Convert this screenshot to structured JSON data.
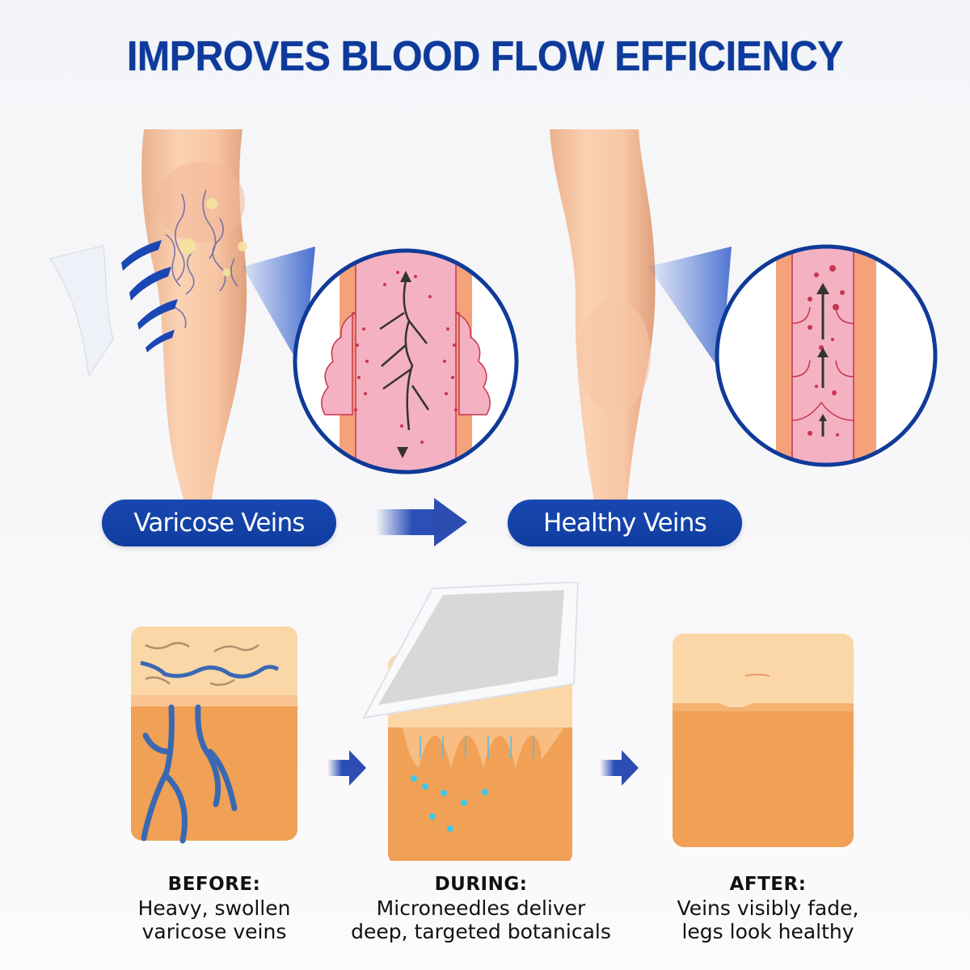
{
  "title": "IMPROVES BLOOD FLOW EFFICIENCY",
  "comparison": {
    "left_label": "Varicose Veins",
    "right_label": "Healthy Veins",
    "arrow": "arrow-right-icon"
  },
  "steps": [
    {
      "heading": "BEFORE:",
      "line1": "Heavy, swollen",
      "line2": "varicose veins"
    },
    {
      "heading": "DURING:",
      "line1": "Microneedles deliver",
      "line2": "deep, targeted botanicals"
    },
    {
      "heading": "AFTER:",
      "line1": "Veins visibly fade,",
      "line2": "legs look healthy"
    }
  ],
  "colors": {
    "brand_blue": "#0d3a9b",
    "skin_top": "#fbd7a8",
    "skin_deep": "#f0a156",
    "vein_blue": "#3a68b3",
    "vessel_pink": "#f4b1c2"
  }
}
